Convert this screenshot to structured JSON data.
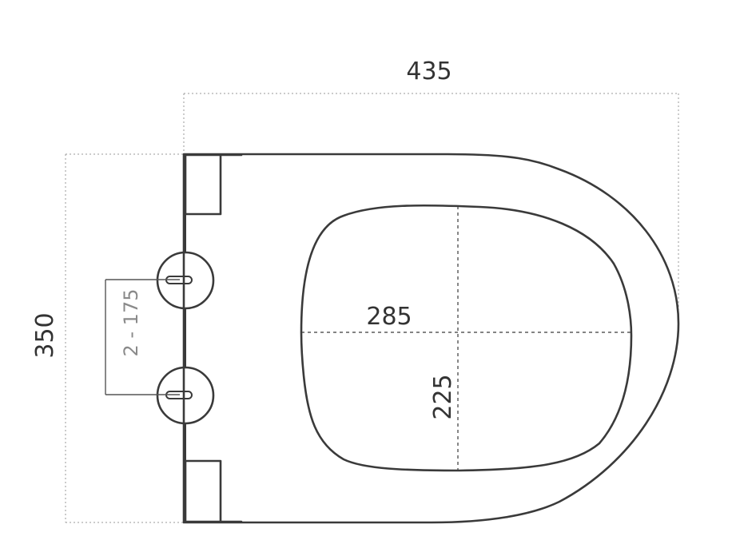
{
  "dimensions": {
    "overall_length": "435",
    "overall_width": "350",
    "inner_length": "285",
    "inner_width": "225",
    "hinge_spacing": "2 - 175"
  },
  "colors": {
    "line": "#3a3a3a",
    "extension": "#9a9a9a",
    "hinge_label": "#8a8a8a"
  }
}
